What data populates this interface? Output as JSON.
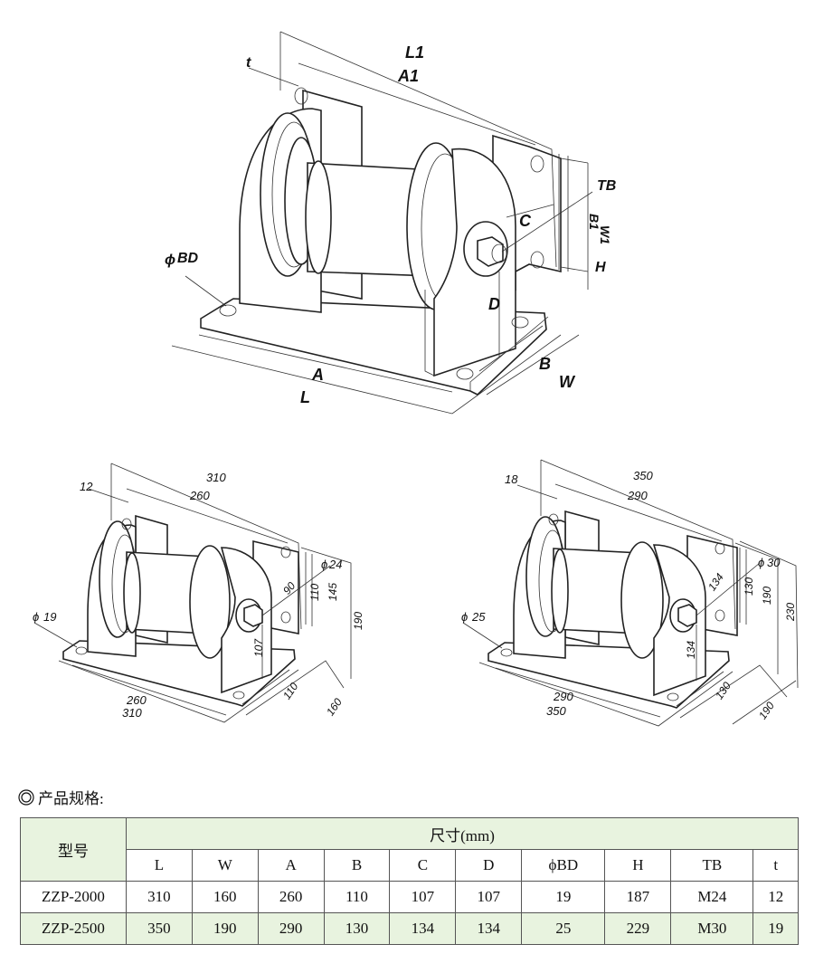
{
  "drawing_main": {
    "labels": {
      "L1": "L1",
      "A1": "A1",
      "t": "t",
      "TB": "TB",
      "C": "C",
      "B1": "B1",
      "W1": "W1",
      "H": "H",
      "BD": "BD",
      "D": "D",
      "A": "A",
      "L": "L",
      "B": "B",
      "W": "W"
    }
  },
  "drawing_zzp2000": {
    "labels": {
      "t": "12",
      "L1": "310",
      "A1": "260",
      "bd_top": "24",
      "c": "90",
      "b1": "110",
      "h1": "145",
      "h": "190",
      "bd": "19",
      "d": "107",
      "a": "260",
      "l": "310",
      "b": "110",
      "w": "160"
    }
  },
  "drawing_zzp2500": {
    "labels": {
      "t": "18",
      "L1": "350",
      "A1": "290",
      "bd_top": "30",
      "c": "134",
      "b1": "130",
      "h1": "190",
      "h": "230",
      "bd": "25",
      "d": "134",
      "a": "290",
      "l": "350",
      "b": "130",
      "w": "190"
    }
  },
  "spec": {
    "title": "产品规格:",
    "header_model": "型号",
    "header_size": "尺寸(mm)",
    "columns": [
      "L",
      "W",
      "A",
      "B",
      "C",
      "D",
      "ϕBD",
      "H",
      "TB",
      "t"
    ],
    "rows": [
      [
        "ZZP-2000",
        "310",
        "160",
        "260",
        "110",
        "107",
        "107",
        "19",
        "187",
        "M24",
        "12"
      ],
      [
        "ZZP-2500",
        "350",
        "190",
        "290",
        "130",
        "134",
        "134",
        "25",
        "229",
        "M30",
        "19"
      ]
    ],
    "colors": {
      "header_bg": "#e8f3df",
      "border": "#555555"
    }
  }
}
